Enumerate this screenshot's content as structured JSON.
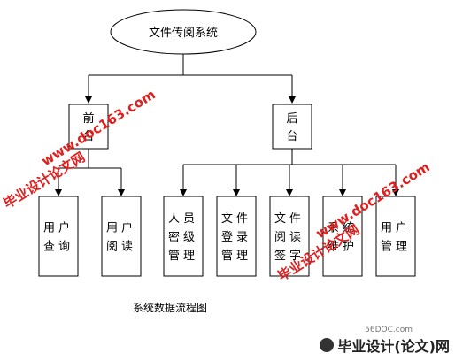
{
  "diagram": {
    "root": "文件传阅系统",
    "front": "前台",
    "back": "后台",
    "front_children": [
      "用户查询",
      "用户阅读"
    ],
    "back_children": [
      "人员密级管理",
      "文件登录管理",
      "文件阅读签字",
      "系统维护",
      "用户管理"
    ]
  },
  "caption": "系统数据流程图",
  "watermarks": {
    "site_left": "www.doc163.com",
    "brand_left": "毕业设计论文网",
    "site_right": "www.doc163.com",
    "brand_right": "毕业设计论文网"
  },
  "footer": {
    "site": "56DOC.com",
    "brand": "毕业设计(论文)网"
  }
}
